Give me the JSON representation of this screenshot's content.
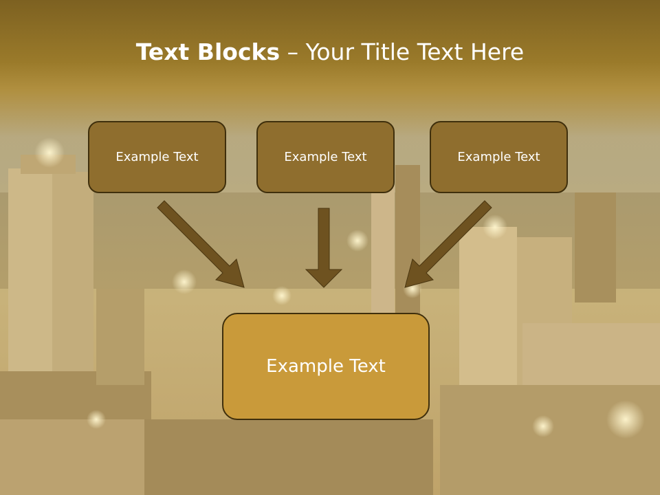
{
  "slide": {
    "title_bold": "Text Blocks",
    "title_separator": " – ",
    "title_rest": "Your Title Text Here",
    "blocks": [
      {
        "label": "Example Text"
      },
      {
        "label": "Example Text"
      },
      {
        "label": "Example Text"
      }
    ],
    "target_block": {
      "label": "Example Text"
    }
  },
  "colors": {
    "title_band": "#8a6a24",
    "block_fill": "#8f6e2e",
    "target_fill": "#c99a3a",
    "border": "#3f2f0c",
    "arrow": "#6e5220"
  }
}
